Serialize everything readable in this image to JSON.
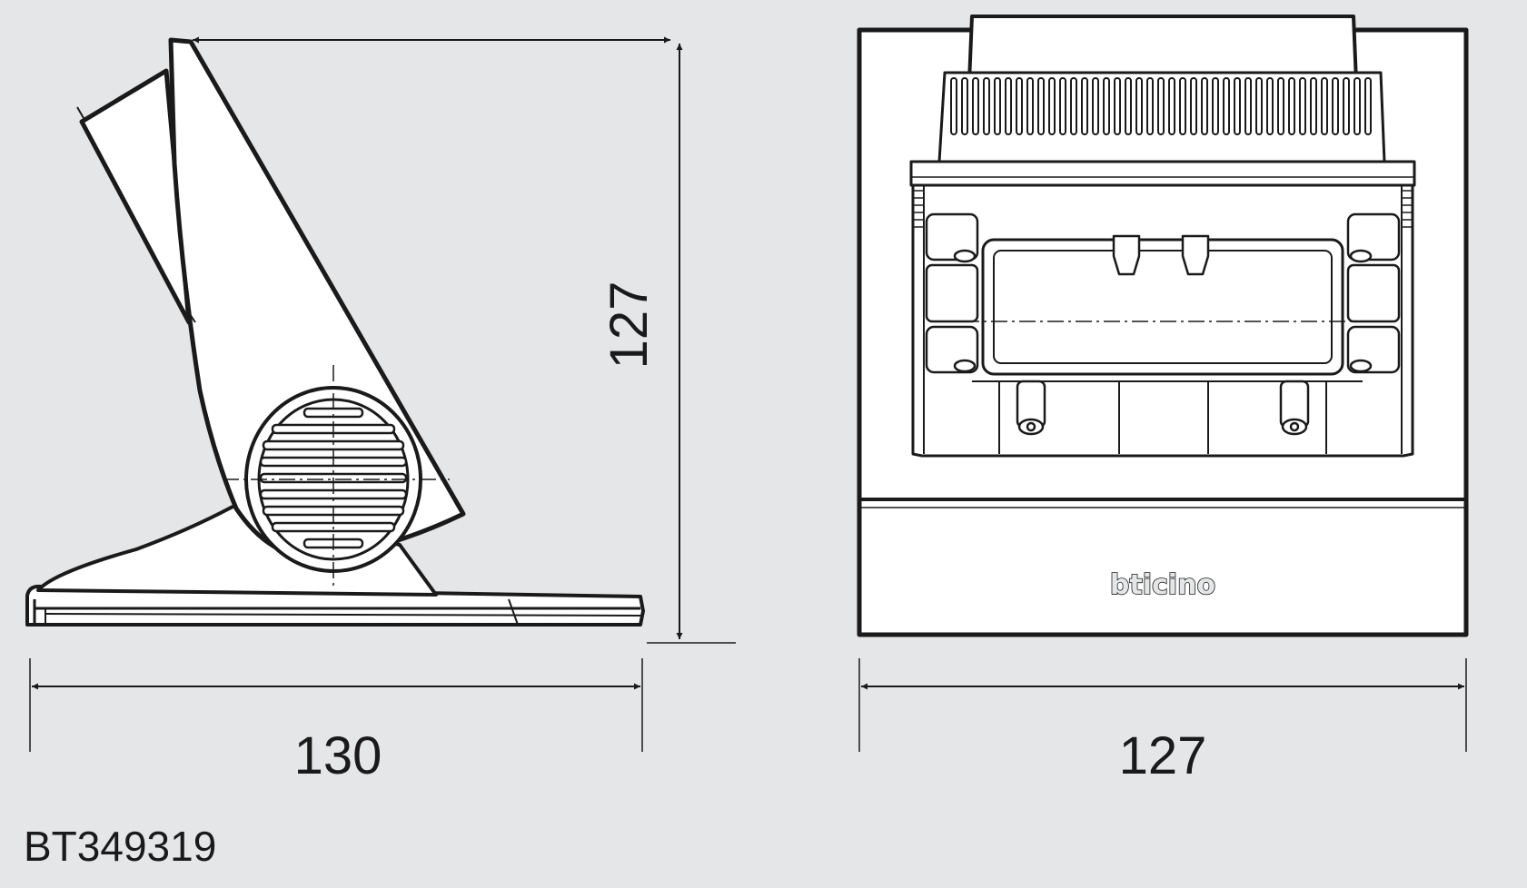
{
  "drawing": {
    "product_code": "BT349319",
    "side_view": {
      "width_dim": "130",
      "height_dim": "127"
    },
    "front_view": {
      "width_dim": "127",
      "brand_logo": "bticino"
    }
  },
  "colors": {
    "background": "#e5e6e8",
    "line": "#1a1a1a",
    "body": "#ffffff"
  }
}
